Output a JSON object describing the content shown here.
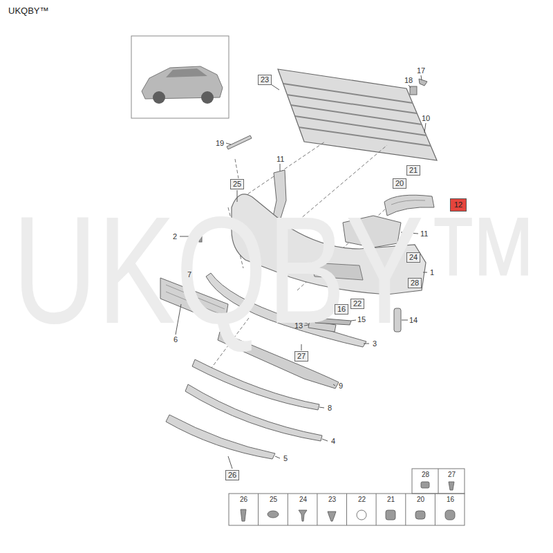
{
  "diagram": {
    "nodes": [
      {
        "text": [
          "23"
        ]
      },
      {
        "text": [
          "21"
        ]
      },
      {
        "text": [
          "20"
        ]
      },
      {
        "text": [
          "25"
        ]
      },
      {
        "text": [
          "12"
        ]
      },
      {
        "text": [
          "24"
        ]
      },
      {
        "text": [
          "28"
        ]
      },
      {
        "text": [
          "22"
        ]
      },
      {
        "text": [
          "16"
        ]
      },
      {
        "text": [
          "27"
        ]
      },
      {
        "text": [
          "26"
        ]
      }
    ],
    "labels": [
      "UKQBY™",
      "UKQBY™",
      "17",
      "18",
      "10",
      "19",
      "11",
      "2",
      "11",
      "1",
      "7",
      "13",
      "15",
      "14",
      "6",
      "3",
      "9",
      "8",
      "4",
      "5",
      "28",
      "27",
      "26",
      "25",
      "24",
      "23",
      "22",
      "21",
      "20",
      "16"
    ]
  }
}
